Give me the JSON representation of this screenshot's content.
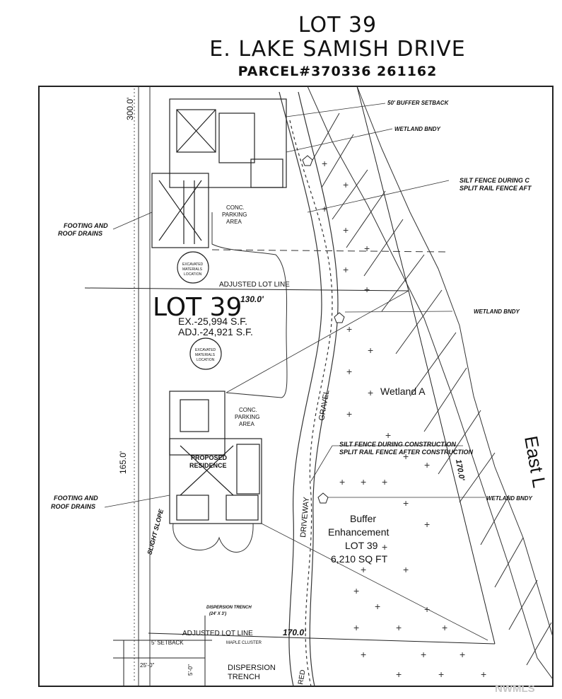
{
  "header": {
    "line1": "LOT 39",
    "line2": "E. LAKE SAMISH DRIVE",
    "line3": "PARCEL#370336 261162"
  },
  "plan": {
    "dim_top_left": "300.0'",
    "dim_left_lower": "165.0'",
    "dim_right_upper": "130.0'",
    "dim_right_lower": "170.0'",
    "dim_bottom": "170.0'",
    "dim_bottom_left": "25'-0\"",
    "dim_bottom_left2": "5'-0\"",
    "buffer_setback": "50' BUFFER SETBACK",
    "wetland_bndy": "WETLAND BNDY",
    "silt_fence_top_1": "SILT FENCE DURING C",
    "silt_fence_top_2": "SPLIT RAIL FENCE AFT",
    "footing_drains_1": "FOOTING AND",
    "footing_drains_2": "ROOF DRAINS",
    "conc_parking_1": "CONC.",
    "conc_parking_2": "PARKING",
    "conc_parking_3": "AREA",
    "excavated_1": "EXCAVATED",
    "excavated_2": "MATERIALS",
    "excavated_3": "LOCATION",
    "adjusted_lot_line": "ADJUSTED LOT LINE",
    "lot_label": "LOT 39",
    "ex_area": "EX.-25,994 S.F.",
    "adj_area": "ADJ.-24,921 S.F.",
    "wetland_a": "Wetland A",
    "silt_fence_mid_1": "SILT FENCE DURING CONSTRUCTION",
    "silt_fence_mid_2": "SPLIT RAIL FENCE AFTER CONSTRUCTION",
    "proposed_1": "PROPOSED",
    "proposed_2": "RESIDENCE",
    "gravel": "GRAVEL",
    "driveway": "DRIVEWAY",
    "buffer_1": "Buffer",
    "buffer_2": "Enhancement",
    "buffer_3": "LOT 39",
    "buffer_4": "6,210 SQ FT",
    "slight_slope": "SLIGHT SLOPE",
    "dispersion_trench_small": "DISPERSION TRENCH",
    "dispersion_trench_small2": "(24' X 3')",
    "maple_cluster": "MAPLE CLUSTER",
    "setback_5": "5' SETBACK",
    "dispersion_1": "DISPERSION",
    "dispersion_2": "TRENCH",
    "east_road": "East L",
    "red": "RED",
    "watermark": "NWMLS"
  }
}
